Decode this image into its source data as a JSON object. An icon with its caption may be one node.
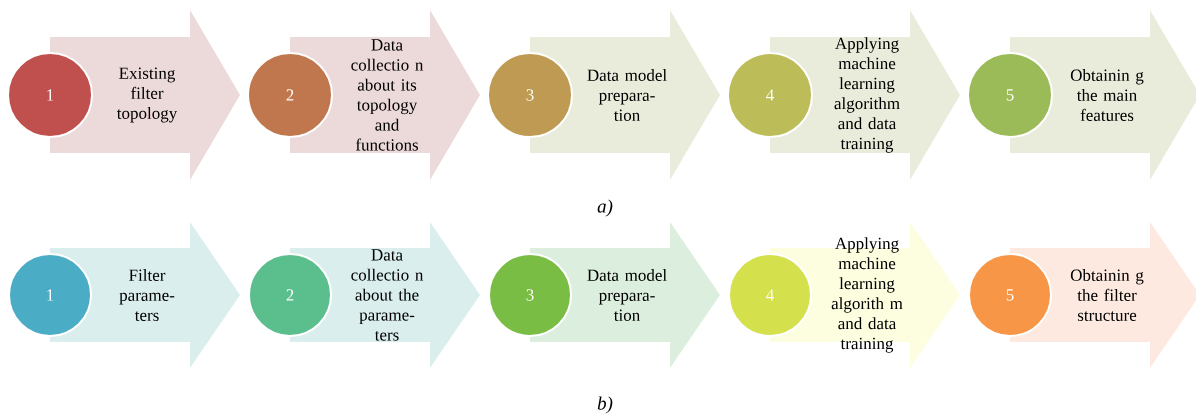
{
  "diagram": {
    "nodes": [
      {
        "text": [
          "1"
        ]
      },
      {
        "text": [
          "Existing filter topology"
        ]
      },
      {
        "text": [
          "2"
        ]
      },
      {
        "text": [
          "Data collectio n about its topology and functions"
        ]
      },
      {
        "text": [
          "3"
        ]
      },
      {
        "text": [
          "Data model prepara- tion"
        ]
      },
      {
        "text": [
          "4"
        ]
      },
      {
        "text": [
          "Applying machine learning algorithm and data training"
        ]
      },
      {
        "text": [
          "5"
        ]
      },
      {
        "text": [
          "Obtainin g the main features"
        ]
      },
      {
        "text": [
          "1"
        ]
      },
      {
        "text": [
          "Filter parame- ters"
        ]
      },
      {
        "text": [
          "2"
        ]
      },
      {
        "text": [
          "Data collectio n about the parame- ters"
        ]
      },
      {
        "text": [
          "3"
        ]
      },
      {
        "text": [
          "Data model prepara- tion"
        ]
      },
      {
        "text": [
          "4"
        ]
      },
      {
        "text": [
          "Applying machine learning algorith m and data training"
        ]
      },
      {
        "text": [
          "5"
        ]
      },
      {
        "text": [
          "Obtainin g the filter structure"
        ]
      }
    ],
    "edges": [],
    "labels": [
      "a)",
      "b)"
    ]
  }
}
